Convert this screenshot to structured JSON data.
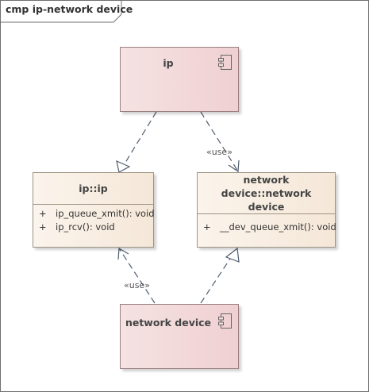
{
  "diagram": {
    "frame_label": "cmp ip-network device"
  },
  "components": {
    "ip": {
      "name": "ip",
      "icon": "component-icon"
    },
    "network_device": {
      "name": "network device",
      "icon": "component-icon"
    }
  },
  "classes": {
    "ip_ip": {
      "name": "ip::ip",
      "operations": [
        {
          "visibility": "+",
          "signature": "ip_queue_xmit(): void"
        },
        {
          "visibility": "+",
          "signature": "ip_rcv(): void"
        }
      ]
    },
    "netdev": {
      "name_line1": "network device::network",
      "name_line2": "device",
      "operations": [
        {
          "visibility": "+",
          "signature": "__dev_queue_xmit(): void"
        }
      ]
    }
  },
  "relationships": [
    {
      "type": "realization",
      "source": "ip",
      "target": "ip::ip",
      "label": ""
    },
    {
      "type": "usage",
      "source": "ip",
      "target": "network device::network device",
      "label": "«use»"
    },
    {
      "type": "usage",
      "source": "network device",
      "target": "ip::ip",
      "label": "«use»"
    },
    {
      "type": "realization",
      "source": "network device",
      "target": "network device::network device",
      "label": ""
    }
  ],
  "colors": {
    "component_fill": "#f0d0d2",
    "class_fill": "#f5e7d8",
    "connector": "#4f5d6e"
  }
}
